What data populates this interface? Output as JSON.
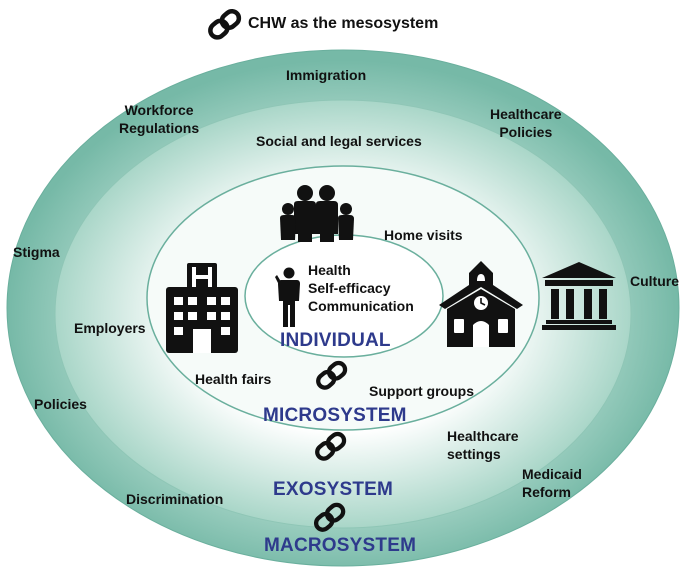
{
  "title": "CHW as the mesosystem",
  "colors": {
    "outer_ring": "#7fbfae",
    "middle_ring": "#b6dccf",
    "inner_ring": "#eaf5f1",
    "core": "#ffffff",
    "ring_stroke": "#6aaf9d",
    "system_label": "#2e3a8c",
    "icon": "#111111"
  },
  "systems": {
    "individual": "INDIVIDUAL",
    "microsystem": "MICROSYSTEM",
    "exosystem": "EXOSYSTEM",
    "macrosystem": "MACROSYSTEM"
  },
  "individual": {
    "health": "Health",
    "self_efficacy": "Self-efficacy",
    "communication": "Communication"
  },
  "microsystem": {
    "home_visits": "Home visits",
    "employers": "Employers",
    "health_fairs": "Health fairs",
    "support_groups": "Support groups"
  },
  "exosystem": {
    "social_legal": "Social and legal services",
    "healthcare_settings": [
      "Healthcare",
      "settings"
    ]
  },
  "macrosystem": {
    "immigration": "Immigration",
    "workforce_regulations": [
      "Workforce",
      "Regulations"
    ],
    "healthcare_policies": [
      "Healthcare",
      "Policies"
    ],
    "stigma": "Stigma",
    "culture": "Culture",
    "policies": "Policies",
    "discrimination": "Discrimination",
    "medicaid_reform": [
      "Medicaid",
      "Reform"
    ]
  },
  "icons": {
    "title": "chain-link-icon",
    "family": "family-icon",
    "hospital": "hospital-icon",
    "person": "person-icon",
    "school": "school-house-icon",
    "courthouse": "courthouse-icon",
    "links": "chain-link-icon"
  }
}
